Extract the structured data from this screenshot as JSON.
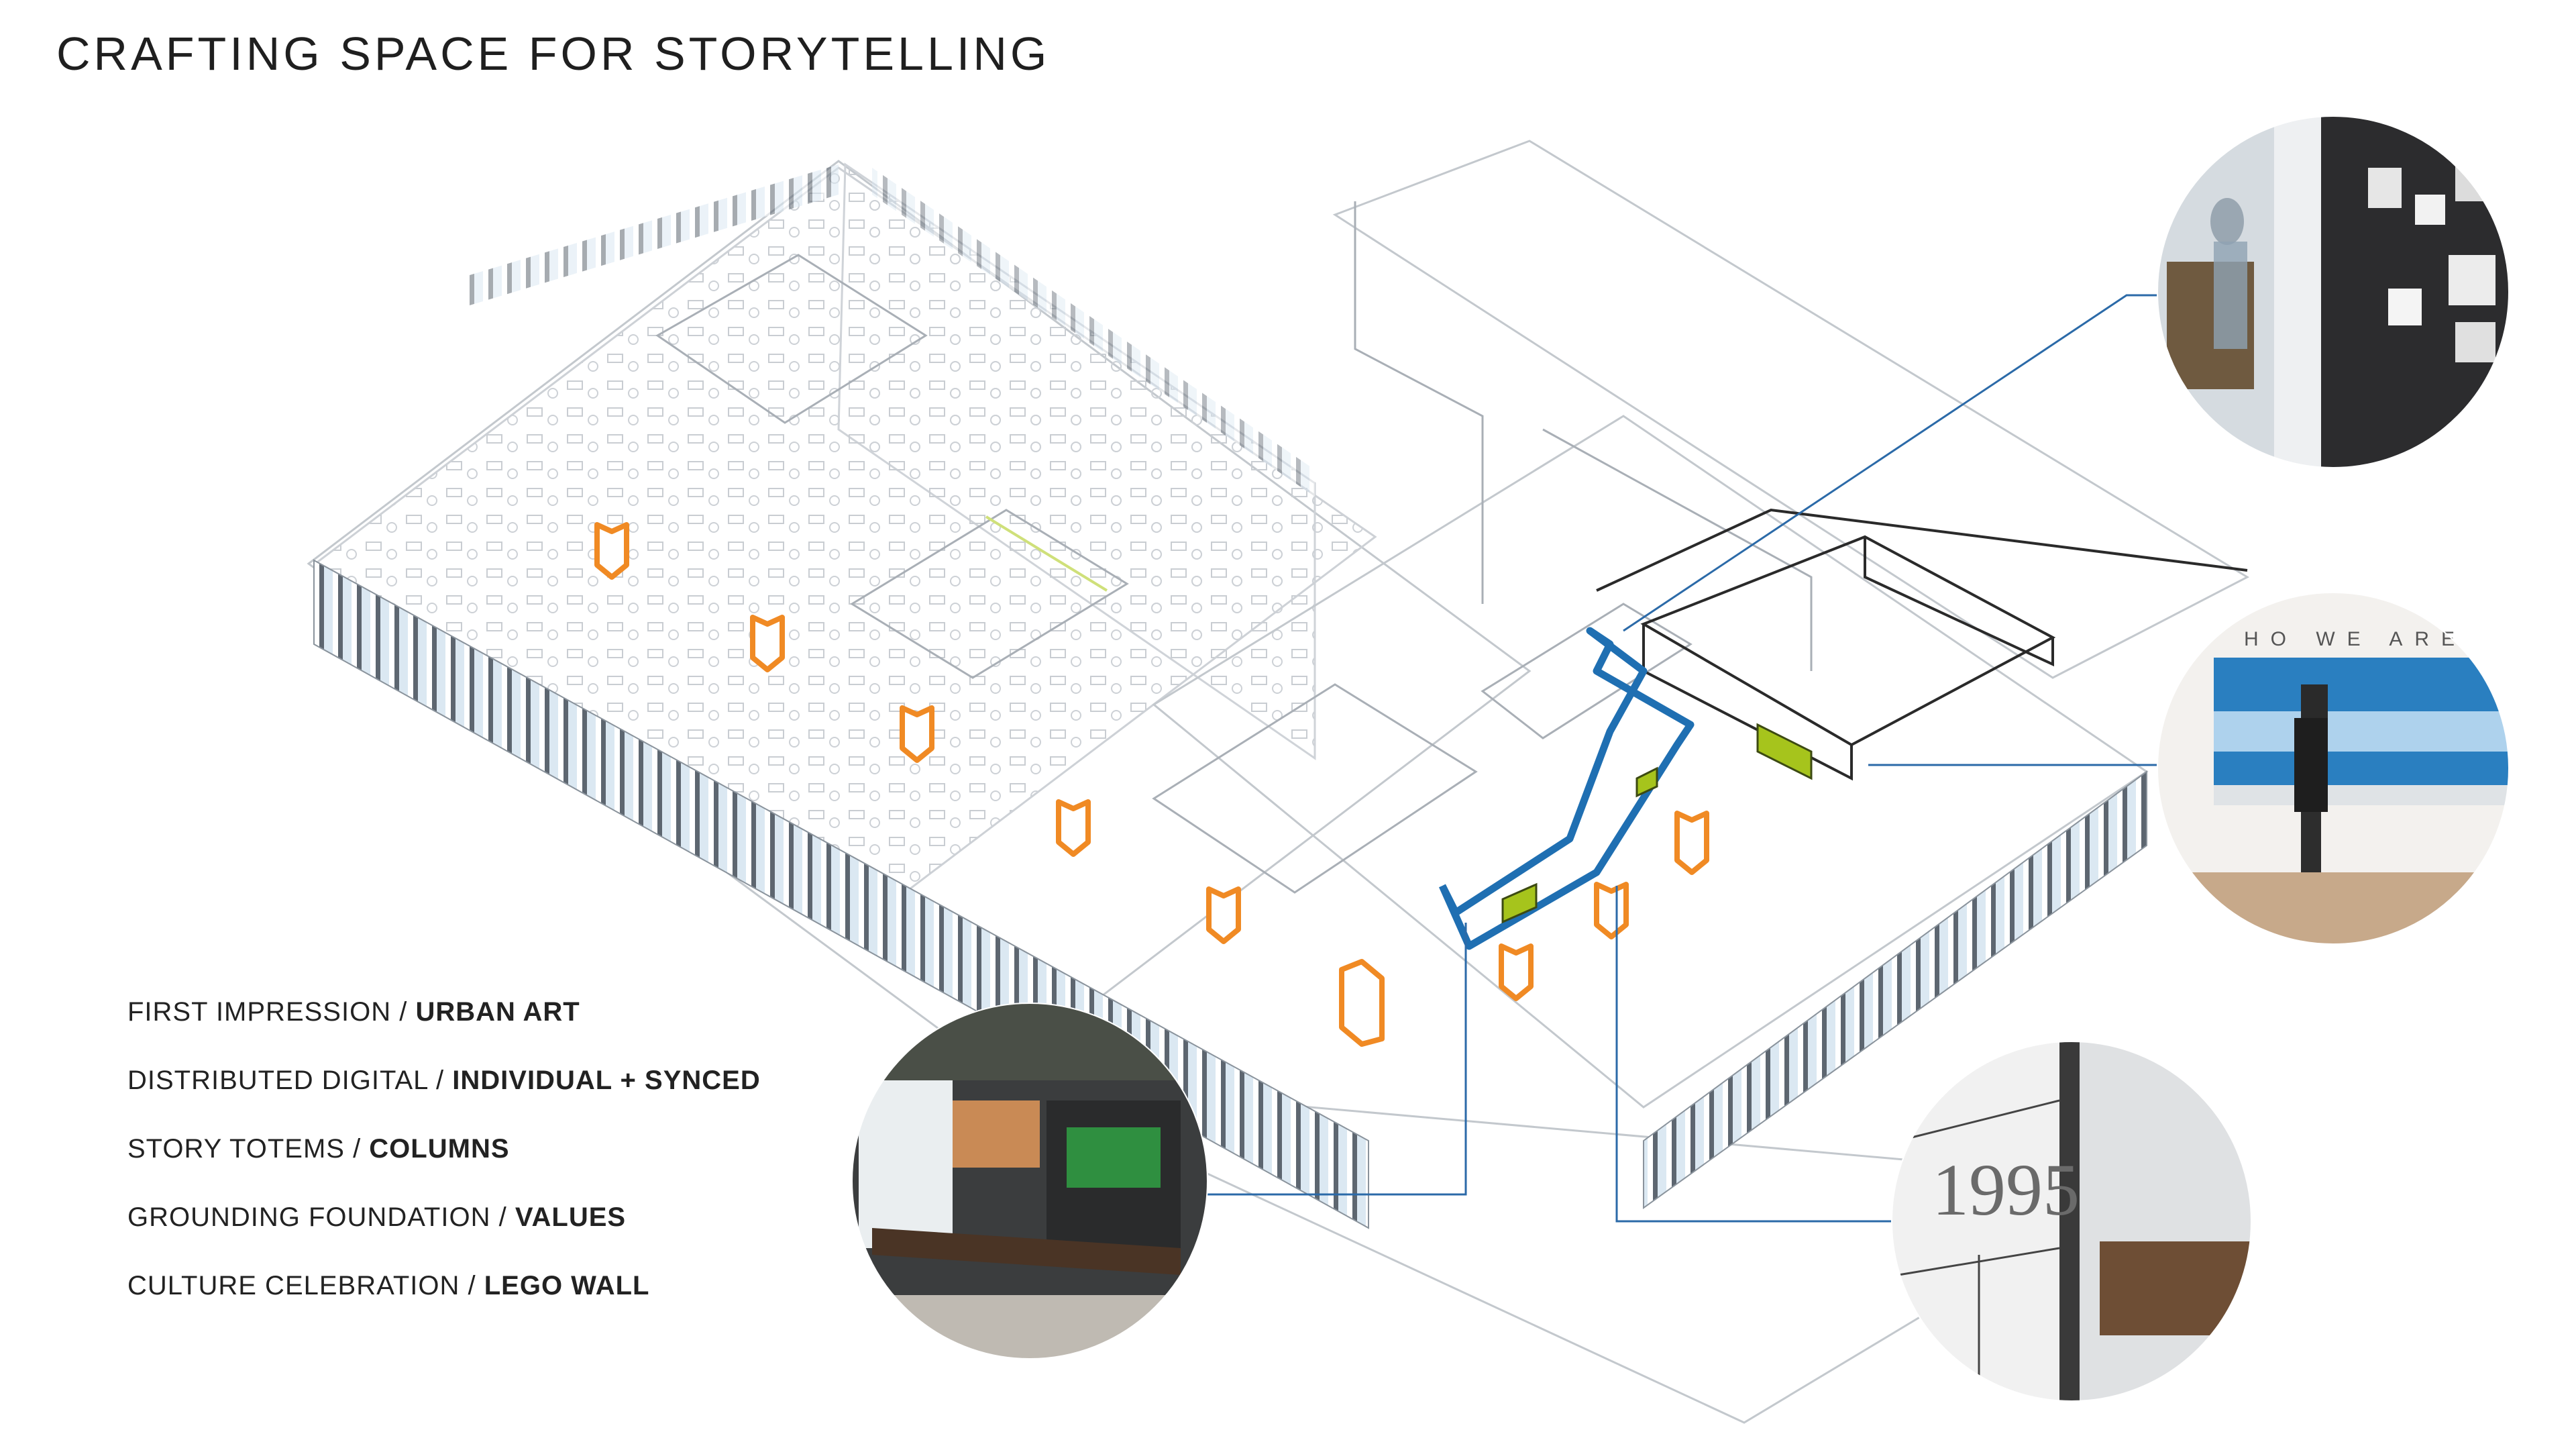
{
  "page": {
    "title": "CRAFTING SPACE FOR STORYTELLING"
  },
  "legend": [
    {
      "label": "FIRST IMPRESSION / ",
      "emphasis": "URBAN ART"
    },
    {
      "label": "DISTRIBUTED DIGITAL / ",
      "emphasis": "INDIVIDUAL + SYNCED"
    },
    {
      "label": "STORY TOTEMS / ",
      "emphasis": "COLUMNS"
    },
    {
      "label": "GROUNDING FOUNDATION / ",
      "emphasis": "VALUES"
    },
    {
      "label": "CULTURE CELEBRATION / ",
      "emphasis": "LEGO WALL"
    }
  ],
  "photos": {
    "wall_sign_text": "HO WE ARE",
    "year_text": "1995"
  },
  "colors": {
    "totem": "#f08a24",
    "path": "#1f6fb2",
    "screen": "#a6c41c",
    "leader": "#2b6aa8",
    "linework": "#b9bfc6"
  }
}
